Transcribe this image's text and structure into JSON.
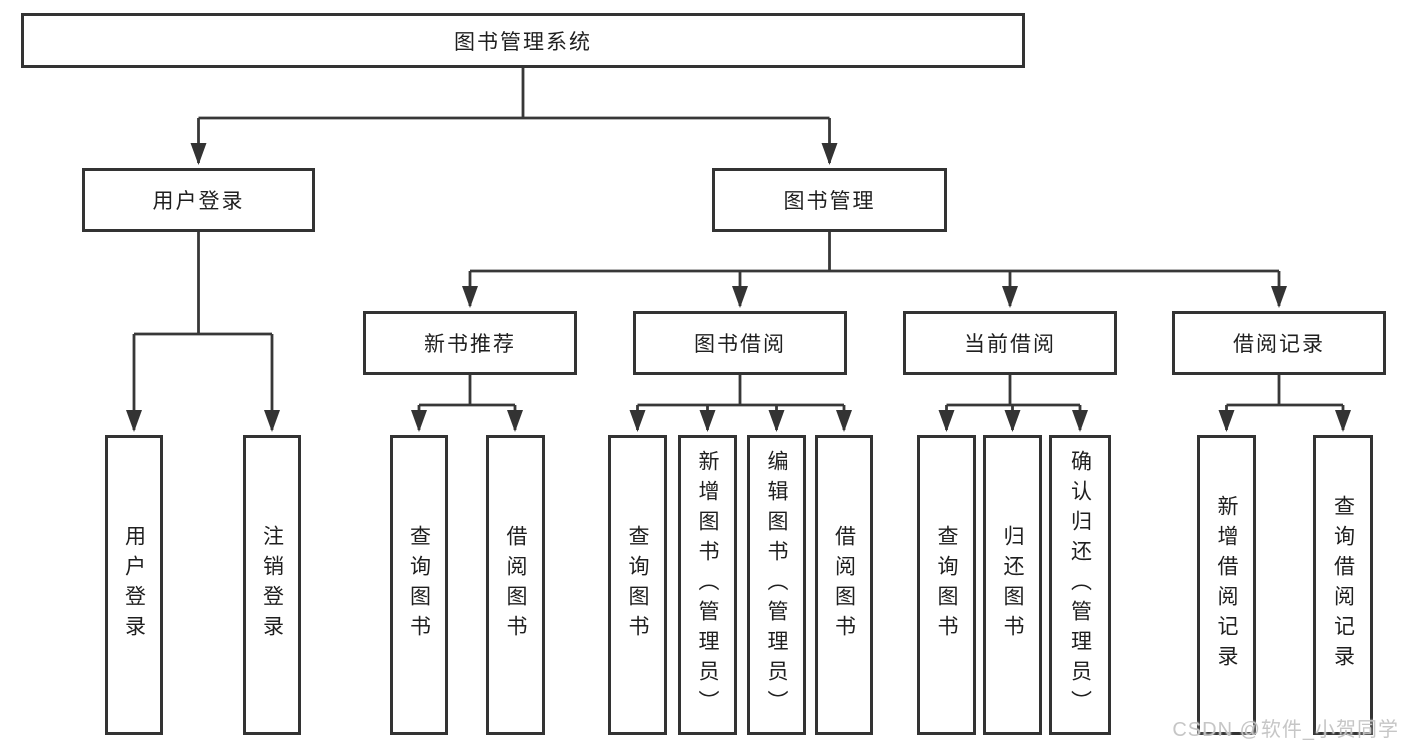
{
  "diagram": {
    "root": {
      "label": "图书管理系统"
    },
    "branches": [
      {
        "label": "用户登录",
        "children": [
          {
            "label": "用户登录"
          },
          {
            "label": "注销登录"
          }
        ]
      },
      {
        "label": "图书管理",
        "children": [
          {
            "label": "新书推荐",
            "children": [
              {
                "label": "查询图书"
              },
              {
                "label": "借阅图书"
              }
            ]
          },
          {
            "label": "图书借阅",
            "children": [
              {
                "label": "查询图书"
              },
              {
                "label": "新增图书（管理员）"
              },
              {
                "label": "编辑图书（管理员）"
              },
              {
                "label": "借阅图书"
              }
            ]
          },
          {
            "label": "当前借阅",
            "children": [
              {
                "label": "查询图书"
              },
              {
                "label": "归还图书"
              },
              {
                "label": "确认归还（管理员）"
              }
            ]
          },
          {
            "label": "借阅记录",
            "children": [
              {
                "label": "新增借阅记录"
              },
              {
                "label": "查询借阅记录"
              }
            ]
          }
        ]
      }
    ]
  },
  "colors": {
    "line": "#383838",
    "border": "#333333",
    "fill": "#ffffff",
    "text": "#1f1f1f",
    "watermark": "#c3c3c3"
  },
  "watermark": "CSDN @软件_小贺同学"
}
